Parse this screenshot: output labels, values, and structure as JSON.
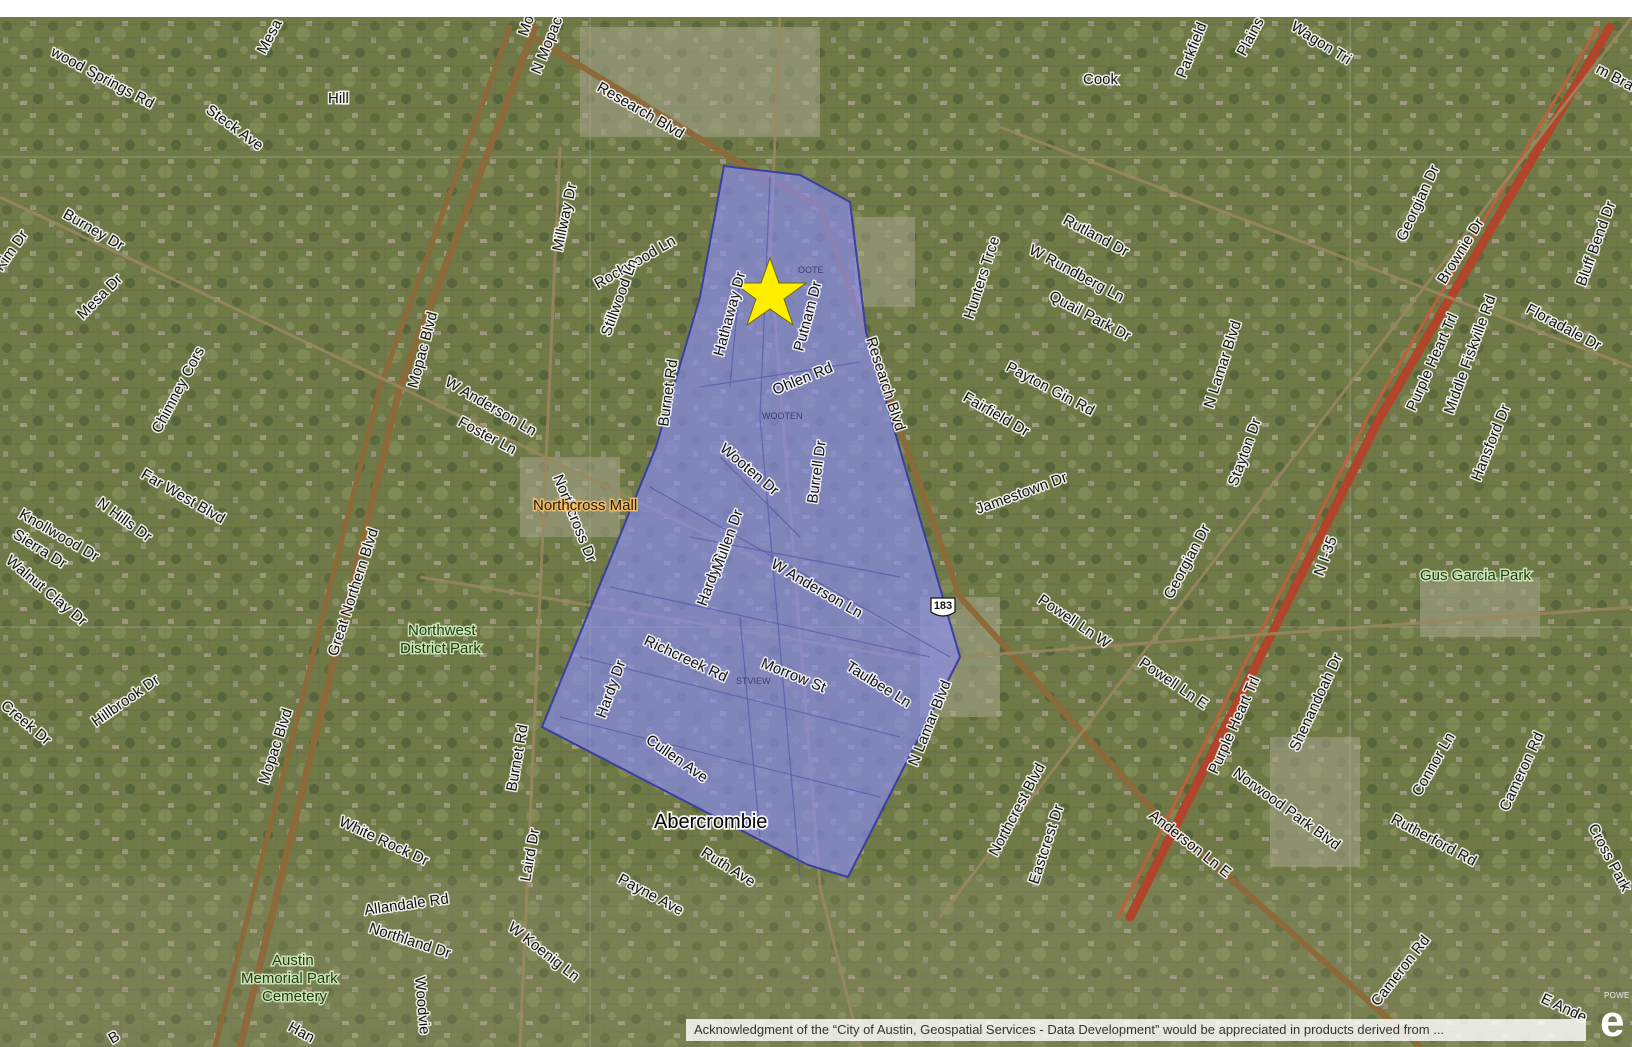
{
  "map": {
    "marker_icon": "star-icon",
    "marker_color": "#ffee00",
    "district_fill": "#8a8cf0",
    "district_stroke": "#3a3fa0",
    "highway_shield": "183",
    "labels": {
      "streets": {
        "wood_springs": "wood Springs Rd",
        "mesa_top": "Mesa",
        "n_mopac_top": "N Mopac",
        "mopac_top": "Mo",
        "research_top": "Research Blvd",
        "steck": "Steck Ave",
        "burney": "Burney Dr",
        "mesa": "Mesa Dr",
        "kim": "Kim Dr",
        "millway": "Millway Dr",
        "rockwood": "Rockwood Ln",
        "stillwood": "Stillwood Ln",
        "hathaway": "Hathaway Dr",
        "putnam": "Putnam Dr",
        "mopac_mid": "Mopac Blvd",
        "w_anderson_left": "W Anderson Ln",
        "burnet_mid": "Burnet Rd",
        "ohlen": "Ohlen Rd",
        "chimney": "Chimney Cors",
        "foster": "Foster Ln",
        "northcross": "Northcross Dr",
        "wooten": "Wooten Dr",
        "burrell": "Burrell Dr",
        "research_mid": "Research Blvd",
        "far_west": "Far West Blvd",
        "n_hills": "N Hills Dr",
        "knollwood": "Knollwood Dr",
        "sierra": "Sierra Dr",
        "walnut_clay": "Walnut Clay Dr",
        "great_northern": "Great Northern Blvd",
        "hardy_upper": "Hardy Dr",
        "mullen": "Mullen Dr",
        "w_anderson_mid": "W Anderson Ln",
        "richcreek": "Richcreek Rd",
        "morrow": "Morrow St",
        "taulbee": "Taulbee Ln",
        "hardy_lower": "Hardy Dr",
        "n_lamar_mid": "N Lamar Blvd",
        "creek": "Creek Dr",
        "hillbrook": "Hillbrook Dr",
        "mopac_low": "Mopac Blvd",
        "cullen": "Cullen Ave",
        "burnet_low": "Burnet Rd",
        "white_rock": "White Rock Dr",
        "laird": "Laird Dr",
        "ruth": "Ruth Ave",
        "payne": "Payne Ave",
        "allandale": "Allandale Rd",
        "northland": "Northland Dr",
        "w_koenig": "W Koenig Ln",
        "woodview": "Woodvie",
        "parkfield": "Parkfield",
        "plains": "Plains",
        "wagon": "Wagon Tri",
        "rutland": "Rutland Dr",
        "w_rundberg": "W Rundberg Ln",
        "quail_park": "Quail Park Dr",
        "hunters": "Hunters Trce",
        "payton": "Payton Gin Rd",
        "fairfield": "Fairfield Dr",
        "n_lamar_right": "N Lamar Blvd",
        "jamestown": "Jamestown Dr",
        "stayton": "Stayton Dr",
        "georgian_mid": "Georgian Dr",
        "i35": "N I-35",
        "powell_w": "Powell Ln W",
        "powell_e": "Powell Ln E",
        "purple_heart_low": "Purple Heart Trl",
        "shenandoah": "Shenandoah Dr",
        "northcrest": "Northcrest Blvd",
        "eastcrest": "Eastcrest Dr",
        "anderson_e": "Anderson Ln E",
        "norwood": "Norwood Park Blvd",
        "connor": "Connor Ln",
        "cameron_right": "Cameron Rd",
        "rutherford": "Rutherford Rd",
        "cross_park": "Cross Park",
        "cameron_low": "Cameron Rd",
        "e_anderson": "E Ande",
        "georgian_top": "Georgian Dr",
        "brownie": "Brownie Dr",
        "purple_heart_top": "Purple Heart Trl",
        "middle_fiskville": "Middle Fiskville Rd",
        "floradale": "Floradale Dr",
        "bluff_bend": "Bluff Bend Dr",
        "hansford": "Hansford Dr",
        "braker": "m Bra",
        "ha_bottom": "Han",
        "b_bottom": "B"
      },
      "places": {
        "hill": "Hill",
        "cook": "Cook",
        "abercrombie": "Abercrombie",
        "northcross_mall": "Northcross Mall",
        "northwest_park_1": "Northwest",
        "northwest_park_2": "District Park",
        "gus_garcia": "Gus Garcia Park",
        "austin_memorial_1": "Austin",
        "austin_memorial_2": "Memorial Park",
        "austin_memorial_3": "Cemetery"
      },
      "neighborhoods": {
        "wooten_top": "OOTE",
        "wooten_mid": "WOOTEN",
        "crestview": "STVIEW"
      }
    }
  },
  "attribution": {
    "text": "Acknowledgment of the “City of Austin, Geospatial Services - Data Development” would be appreciated in products derived from ..."
  },
  "esri": {
    "powered": "POWE",
    "mark": "e"
  }
}
